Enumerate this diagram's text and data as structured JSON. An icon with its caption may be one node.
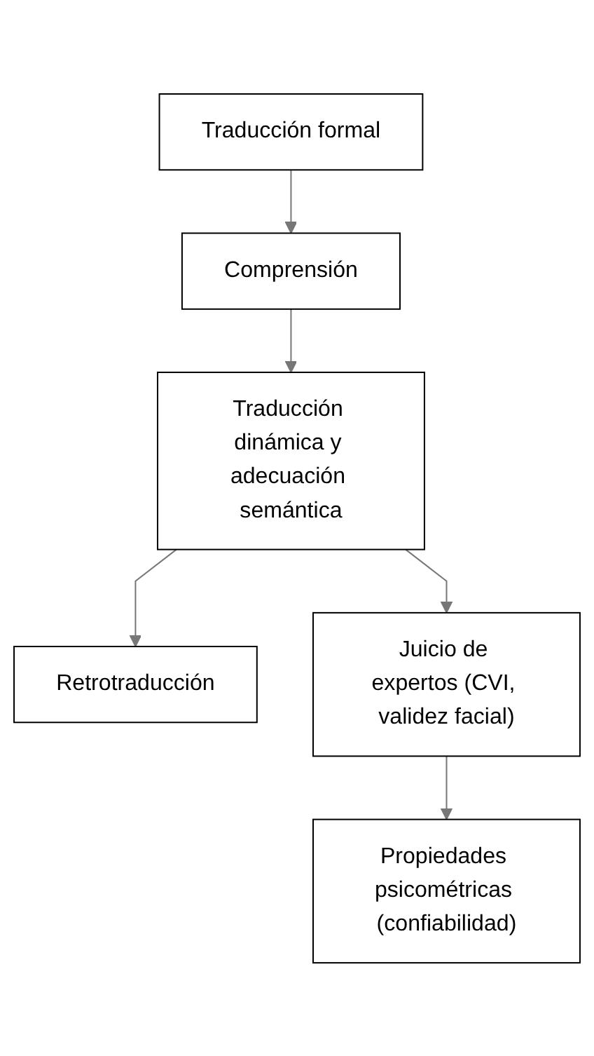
{
  "diagram": {
    "nodes": [
      {
        "text": [
          "Traducción formal"
        ]
      },
      {
        "text": [
          "Comprensión"
        ]
      },
      {
        "text": [
          "Traducción dinámica y adecuación semántica"
        ]
      },
      {
        "text": [
          "Retrotraducción"
        ]
      },
      {
        "text": [
          "Juicio de expertos (CVI, validez facial)"
        ]
      },
      {
        "text": [
          "Propiedades psicométricas (confiabilidad)"
        ]
      }
    ],
    "edges": [
      {
        "from": 0,
        "to": 1,
        "arrow": "to"
      },
      {
        "from": 1,
        "to": 2,
        "arrow": "to"
      },
      {
        "from": 2,
        "to": 3,
        "arrow": "to"
      },
      {
        "from": 2,
        "to": 4,
        "arrow": "to"
      },
      {
        "from": 4,
        "to": 5,
        "arrow": "to"
      }
    ]
  }
}
